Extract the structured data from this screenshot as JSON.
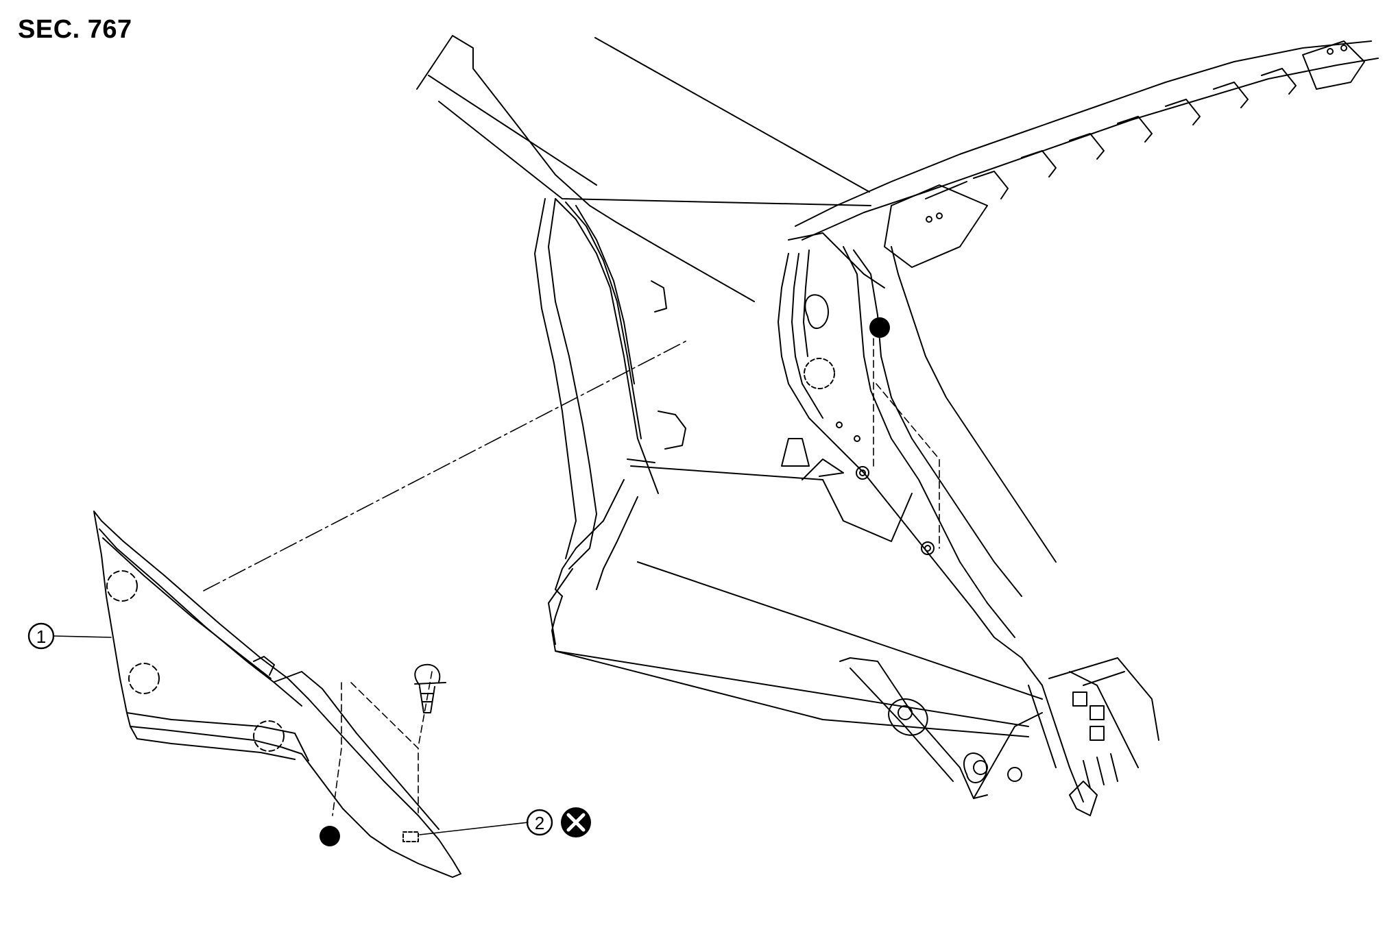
{
  "section_label": "SEC. 767",
  "callouts": [
    {
      "number": "1"
    },
    {
      "number": "2",
      "symbol": "do-not-reuse-icon"
    }
  ],
  "legend_symbols": [
    "adhesion-point-icon",
    "do-not-reuse-icon"
  ],
  "colors": {
    "line": "#000000",
    "background": "#ffffff"
  }
}
